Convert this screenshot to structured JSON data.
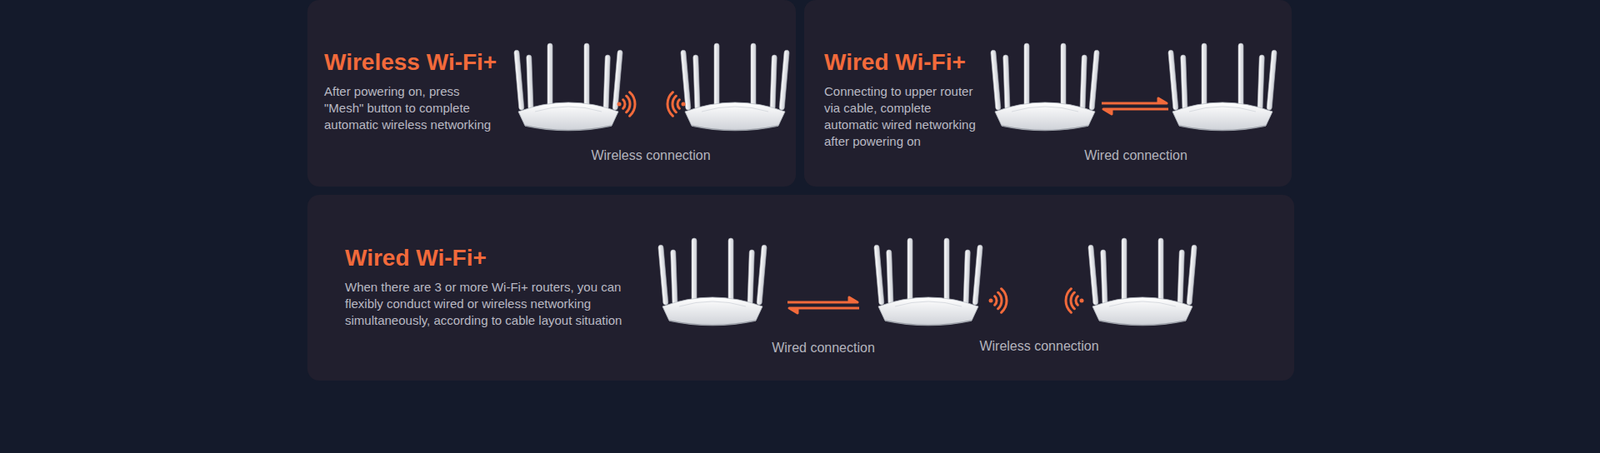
{
  "diagram": {
    "nodes": [
      {
        "text": [
          "Wireless Wi-Fi+",
          "After powering on, press \"Mesh\" button to complete automatic wireless networking"
        ]
      },
      {
        "text": [
          "Wired Wi-Fi+",
          "Connecting to upper router via cable, complete automatic wired networking after powering on"
        ]
      },
      {
        "text": [
          "Wired Wi-Fi+",
          "When there are 3 or more Wi-Fi+ routers, you can flexibly conduct wired or wireless networking simultaneously, according to cable layout situation"
        ]
      }
    ],
    "labels": [
      "Wireless connection",
      "Wired connection",
      "Wired connection",
      "Wireless connection"
    ]
  }
}
